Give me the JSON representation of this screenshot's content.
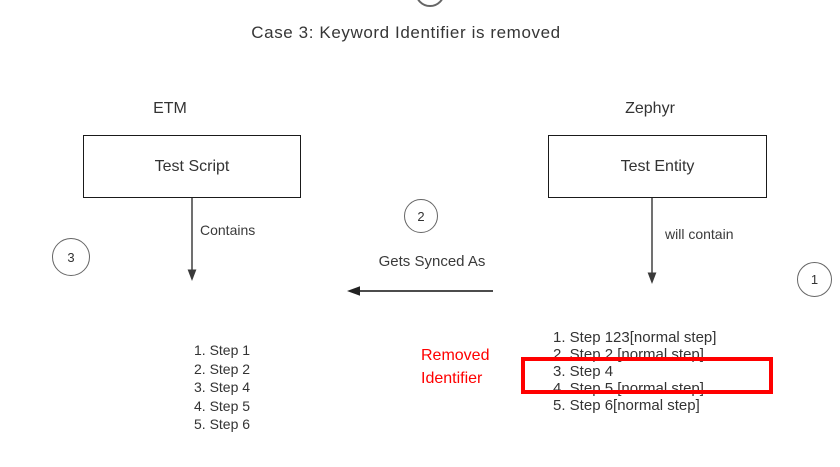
{
  "title": "Case 3: Keyword Identifier is removed",
  "etm": {
    "label": "ETM",
    "box_label": "Test Script",
    "arrow_label": "Contains",
    "steps": [
      "1. Step 1",
      "2. Step 2",
      "3. Step 4",
      "4. Step 5",
      "5. Step 6"
    ]
  },
  "zephyr": {
    "label": "Zephyr",
    "box_label": "Test Entity",
    "arrow_label": "will contain",
    "steps": [
      "1. Step 123[normal step]",
      "2. Step 2 [normal step]",
      "3. Step 4",
      "4. Step 5 [normal step]",
      "5. Step 6[normal step]"
    ]
  },
  "sync": {
    "arrow_label": "Gets Synced As"
  },
  "badges": {
    "one": "1",
    "two": "2",
    "three": "3"
  },
  "annotation": {
    "line1": "Removed",
    "line2": "Identifier"
  },
  "colors": {
    "highlight_red": "#ff0000",
    "annotation_text": "#ff0000",
    "line": "#4d4d4d",
    "text": "#333333",
    "background": "#ffffff"
  }
}
